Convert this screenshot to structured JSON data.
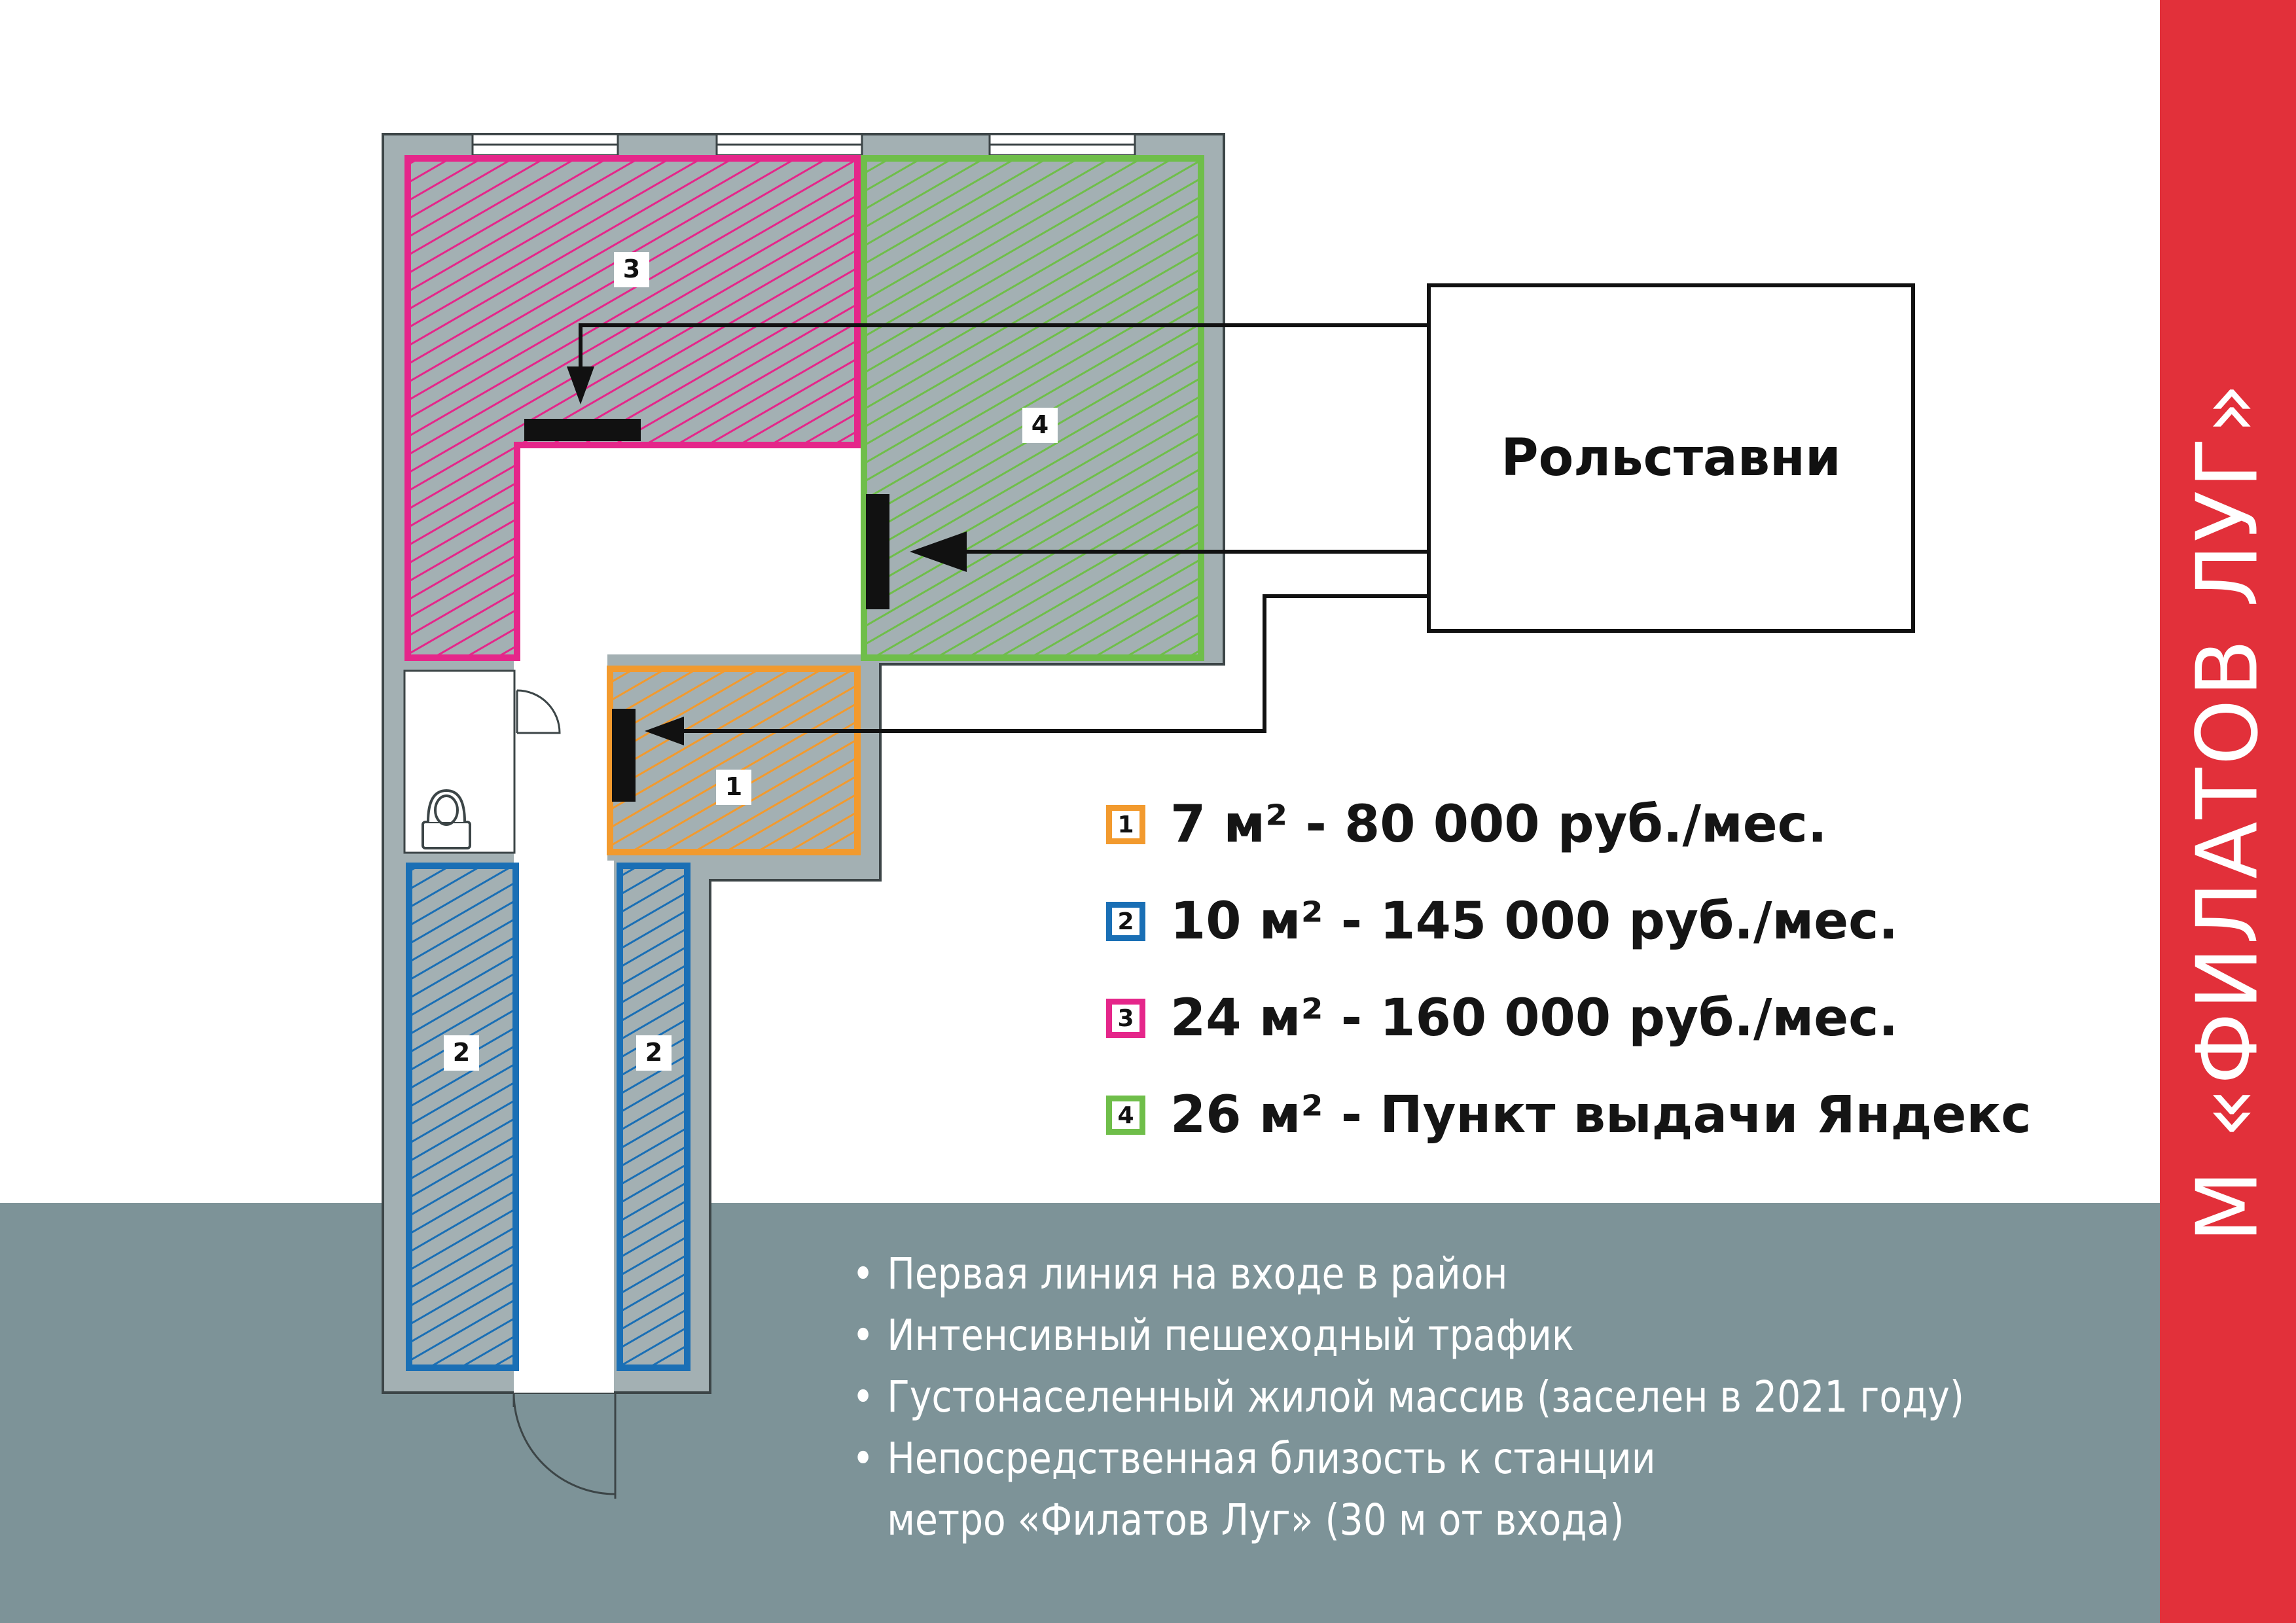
{
  "side_title": "М «ФИЛАТОВ ЛУГ»",
  "shutters_label": "Рольставни",
  "zones": [
    {
      "id": "zone-1",
      "number": "1",
      "color": "#f29a2e"
    },
    {
      "id": "zone-2",
      "number": "2",
      "color": "#1a6fb5"
    },
    {
      "id": "zone-3",
      "number": "3",
      "color": "#e5268a"
    },
    {
      "id": "zone-4",
      "number": "4",
      "color": "#6fbe4a"
    }
  ],
  "legend": [
    {
      "number": "1",
      "text": "7 м² - 80 000 руб./мес.",
      "color": "#f29a2e"
    },
    {
      "number": "2",
      "text": "10 м² - 145 000 руб./мес.",
      "color": "#1a6fb5"
    },
    {
      "number": "3",
      "text": "24 м² - 160 000 руб./мес.",
      "color": "#e5268a"
    },
    {
      "number": "4",
      "text": "26 м² - Пункт выдачи Яндекс",
      "color": "#6fbe4a"
    }
  ],
  "bullets": [
    {
      "text": "Первая линия на входе в район"
    },
    {
      "text": "Интенсивный пешеходный трафик"
    },
    {
      "text": "Густонаселенный жилой массив (заселен в 2021 году)"
    },
    {
      "text": "Непосредственная близость к станции",
      "text2": "метро «Филатов Луг» (30 м от входа)"
    }
  ],
  "colors": {
    "wall": "#a3b0b3",
    "bottom_band": "#7d9398",
    "side_band": "#e2303a"
  },
  "icons": [
    "toilet-icon",
    "door-icon",
    "arrow-icon",
    "shutter-marker-icon"
  ]
}
